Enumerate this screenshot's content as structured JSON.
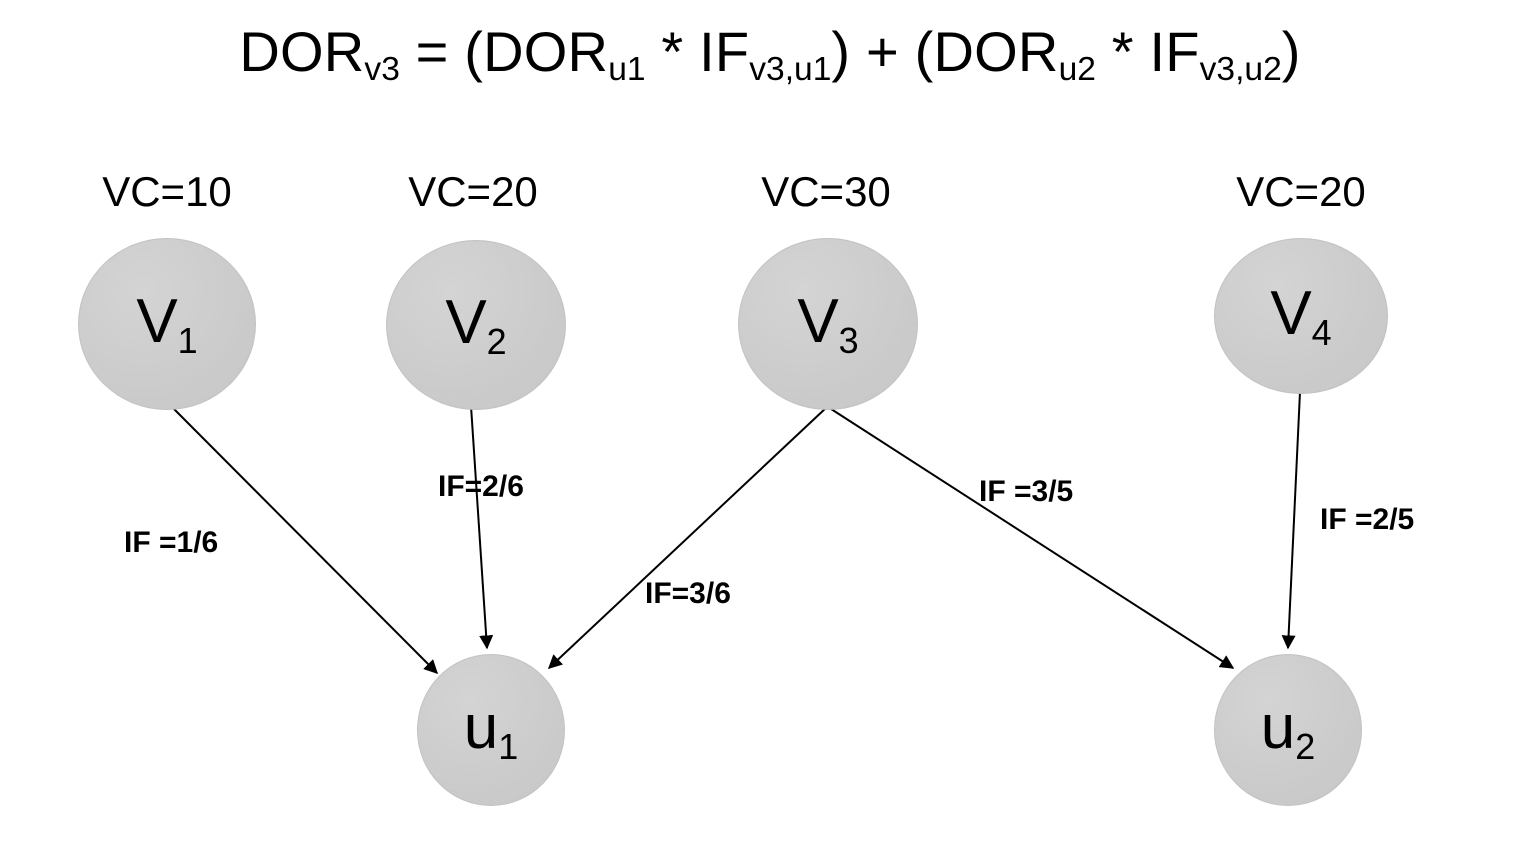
{
  "formula": {
    "full_text": "DORv3 = (DORu1 * IFv3,u1) + (DORu2 * IFv3,u2)",
    "lhs_base": "DOR",
    "lhs_sub": "v3",
    "eq": " = (",
    "t1_base": "DOR",
    "t1_sub": "u1",
    "t1_op": " * ",
    "t2_base": "IF",
    "t2_sub": "v3,u1",
    "mid": ") + (",
    "t3_base": "DOR",
    "t3_sub": "u2",
    "t3_op": " * ",
    "t4_base": "IF",
    "t4_sub": "v3,u2",
    "close": ")"
  },
  "nodes": [
    {
      "id": "v1",
      "base": "V",
      "sub": "1",
      "vc_label": "VC=10",
      "vc_value": 10
    },
    {
      "id": "v2",
      "base": "V",
      "sub": "2",
      "vc_label": "VC=20",
      "vc_value": 20
    },
    {
      "id": "v3",
      "base": "V",
      "sub": "3",
      "vc_label": "VC=30",
      "vc_value": 30
    },
    {
      "id": "v4",
      "base": "V",
      "sub": "4",
      "vc_label": "VC=20",
      "vc_value": 20
    },
    {
      "id": "u1",
      "base": "u",
      "sub": "1",
      "vc_label": "",
      "vc_value": null
    },
    {
      "id": "u2",
      "base": "u",
      "sub": "2",
      "vc_label": "",
      "vc_value": null
    }
  ],
  "edges": [
    {
      "id": "v1-u1",
      "from": "V1",
      "to": "u1",
      "label": "IF =1/6",
      "value": "1/6"
    },
    {
      "id": "v2-u1",
      "from": "V2",
      "to": "u1",
      "label": "IF=2/6",
      "value": "2/6"
    },
    {
      "id": "v3-u1",
      "from": "V3",
      "to": "u1",
      "label": "IF=3/6",
      "value": "3/6"
    },
    {
      "id": "v3-u2",
      "from": "V3",
      "to": "u2",
      "label": "IF =3/5",
      "value": "3/5"
    },
    {
      "id": "v4-u2",
      "from": "V4",
      "to": "u2",
      "label": "IF =2/5",
      "value": "2/5"
    }
  ],
  "colors": {
    "background": "#ffffff",
    "node_fill": "#cdcdcd",
    "node_stroke": "#c2c2c2",
    "text": "#000000",
    "edge_stroke": "#000000"
  }
}
